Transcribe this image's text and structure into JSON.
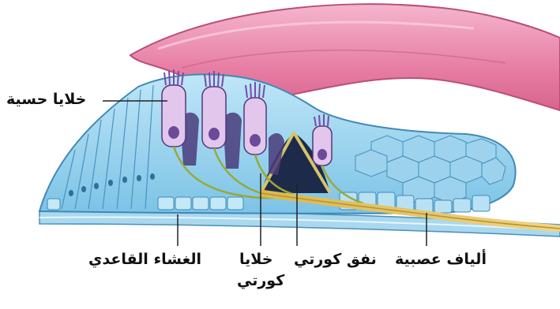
{
  "labels": {
    "sensory_cells": "خلايا حسية",
    "basilar_membrane": "الغشاء القاعدي",
    "corti_cells_line1": "خلايا",
    "corti_cells_line2": "كورتي",
    "corti_tunnel": "نفق كورتي",
    "nerve_fibers": "ألياف عصبية"
  }
}
